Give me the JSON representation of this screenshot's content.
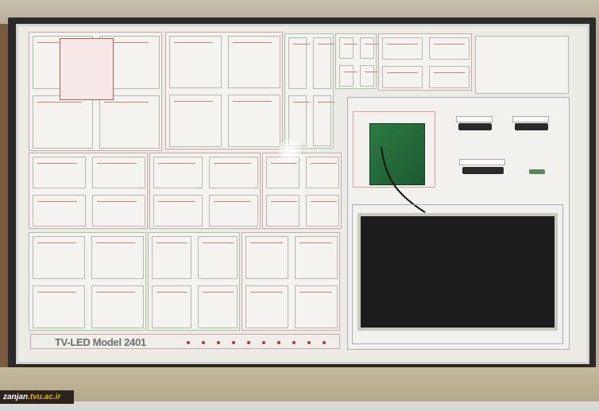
{
  "panel": {
    "title": "TV-LED Model 2401",
    "led_count": 10
  },
  "watermark": {
    "domain": "zanjan",
    "suffix": ".tvu.ac.ir"
  },
  "colors": {
    "pcb": "#2d7a43",
    "screen": "#1d1b1c",
    "led": "#b5352c"
  }
}
